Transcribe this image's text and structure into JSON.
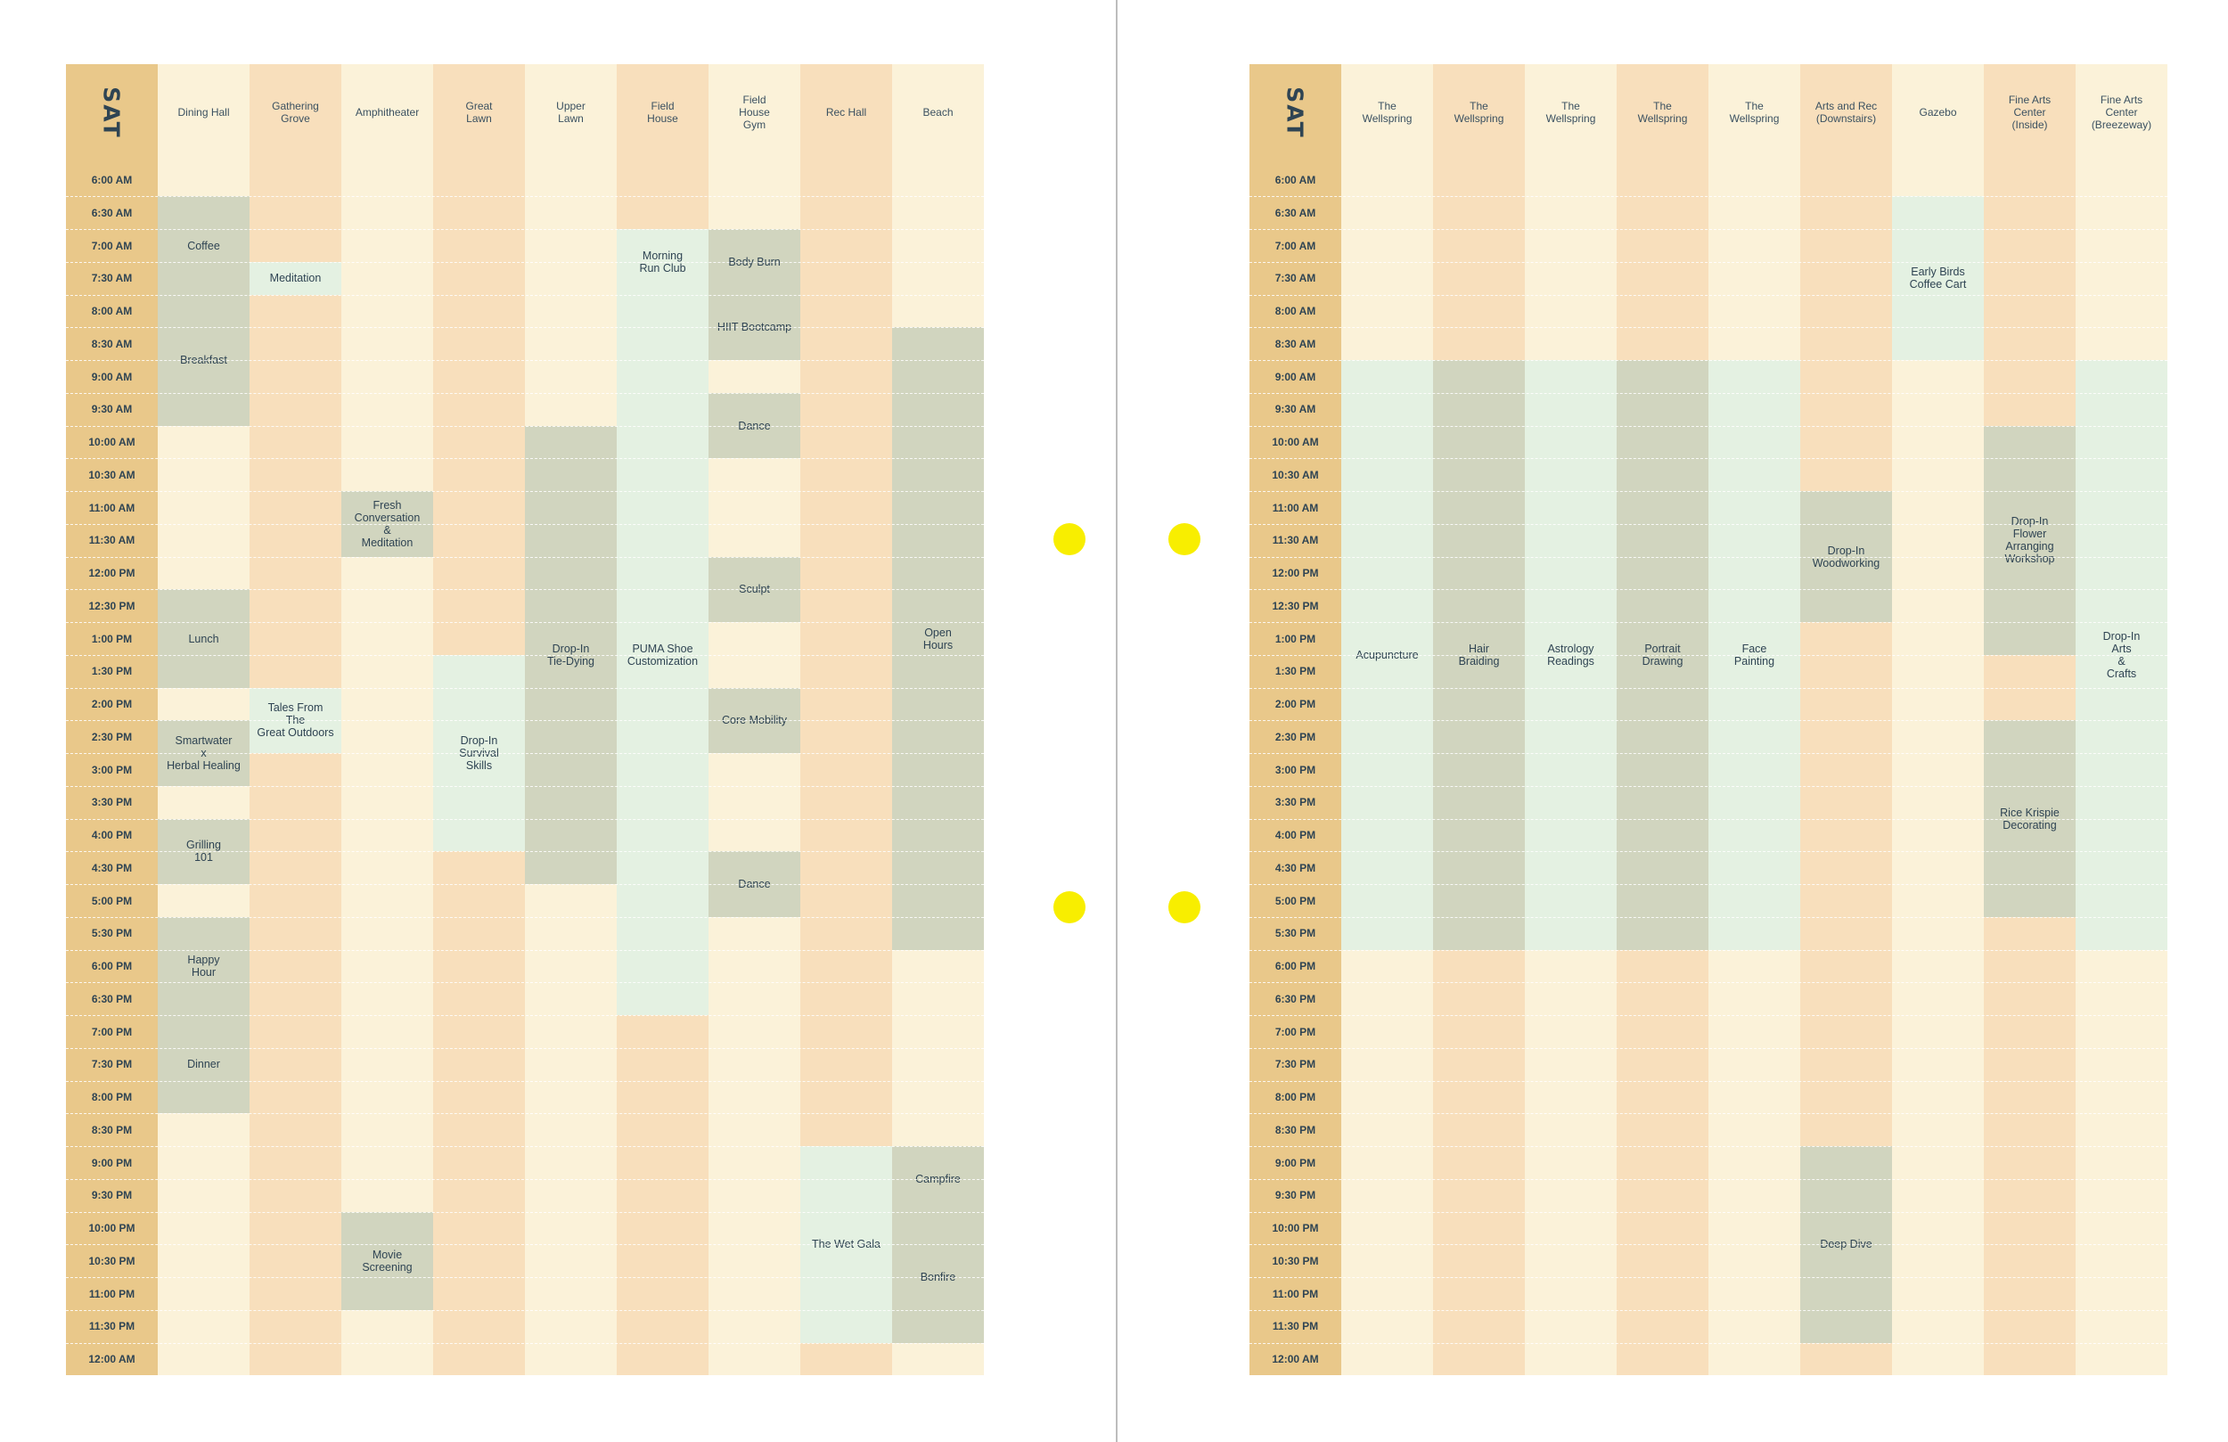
{
  "colors": {
    "time_column": "#e9c88a",
    "column_light": "#fbf2d9",
    "column_dark": "#f8dfbc",
    "event_sage": "#d1d5bf",
    "event_mint": "#e4f1e2",
    "text": "#2f4453",
    "dot": "#f8ee00"
  },
  "times": [
    "6:00 AM",
    "6:30 AM",
    "7:00 AM",
    "7:30 AM",
    "8:00 AM",
    "8:30 AM",
    "9:00 AM",
    "9:30 AM",
    "10:00 AM",
    "10:30 AM",
    "11:00 AM",
    "11:30 AM",
    "12:00 PM",
    "12:30 PM",
    "1:00 PM",
    "1:30 PM",
    "2:00 PM",
    "2:30 PM",
    "3:00 PM",
    "3:30 PM",
    "4:00 PM",
    "4:30 PM",
    "5:00 PM",
    "5:30 PM",
    "6:00 PM",
    "6:30 PM",
    "7:00 PM",
    "7:30 PM",
    "8:00 PM",
    "8:30 PM",
    "9:00 PM",
    "9:30 PM",
    "10:00 PM",
    "10:30 PM",
    "11:00 PM",
    "11:30 PM",
    "12:00 AM"
  ],
  "pages": [
    {
      "day": "SAT",
      "venues": [
        {
          "name": "Dining Hall",
          "shade": "light",
          "end": 37,
          "events": [
            {
              "label": "Coffee",
              "start": 1,
              "end": 4,
              "color": "sage"
            },
            {
              "label": "Breakfast",
              "start": 4,
              "end": 8,
              "color": "sage"
            },
            {
              "label": "Lunch",
              "start": 13,
              "end": 16,
              "color": "sage"
            },
            {
              "label": "Smartwater\nx\nHerbal Healing",
              "start": 17,
              "end": 19,
              "color": "sage"
            },
            {
              "label": "Grilling\n101",
              "start": 20,
              "end": 22,
              "color": "sage"
            },
            {
              "label": "Happy\nHour",
              "start": 23,
              "end": 26,
              "color": "sage"
            },
            {
              "label": "Dinner",
              "start": 26,
              "end": 29,
              "color": "sage"
            }
          ]
        },
        {
          "name": "Gathering\nGrove",
          "shade": "dark",
          "end": 37,
          "events": [
            {
              "label": "Meditation",
              "start": 3,
              "end": 4,
              "color": "mint"
            },
            {
              "label": "Tales From\nThe\nGreat Outdoors",
              "start": 16,
              "end": 18,
              "color": "mint"
            }
          ]
        },
        {
          "name": "Amphitheater",
          "shade": "light",
          "end": 37,
          "events": [
            {
              "label": "Fresh\nConversation\n&\nMeditation",
              "start": 10,
              "end": 12,
              "color": "sage"
            },
            {
              "label": "Movie\nScreening",
              "start": 32,
              "end": 35,
              "color": "sage"
            }
          ]
        },
        {
          "name": "Great\nLawn",
          "shade": "dark",
          "end": 37,
          "events": [
            {
              "label": "Drop-In\nSurvival\nSkills",
              "start": 15,
              "end": 21,
              "color": "mint"
            }
          ]
        },
        {
          "name": "Upper\nLawn",
          "shade": "light",
          "end": 37,
          "events": [
            {
              "label": "Drop-In\nTie-Dying",
              "start": 8,
              "end": 22,
              "color": "sage"
            }
          ]
        },
        {
          "name": "Field\nHouse",
          "shade": "dark",
          "end": 37,
          "events": [
            {
              "label": "Morning\nRun Club",
              "start": 2,
              "end": 4,
              "color": "mint"
            },
            {
              "label": "PUMA Shoe\nCustomization",
              "start": 4,
              "end": 26,
              "color": "mint"
            }
          ]
        },
        {
          "name": "Field\nHouse\nGym",
          "shade": "light",
          "end": 37,
          "events": [
            {
              "label": "Body Burn",
              "start": 2,
              "end": 4,
              "color": "sage"
            },
            {
              "label": "HIIT Bootcamp",
              "start": 4,
              "end": 6,
              "color": "sage"
            },
            {
              "label": "Dance",
              "start": 7,
              "end": 9,
              "color": "sage"
            },
            {
              "label": "Sculpt",
              "start": 12,
              "end": 14,
              "color": "sage"
            },
            {
              "label": "Core Mobility",
              "start": 16,
              "end": 18,
              "color": "sage"
            },
            {
              "label": "Dance",
              "start": 21,
              "end": 23,
              "color": "sage"
            }
          ]
        },
        {
          "name": "Rec Hall",
          "shade": "dark",
          "end": 37,
          "events": [
            {
              "label": "The Wet Gala",
              "start": 30,
              "end": 36,
              "color": "mint"
            }
          ]
        },
        {
          "name": "Beach",
          "shade": "light",
          "end": 37,
          "events": [
            {
              "label": "Open\nHours",
              "start": 5,
              "end": 24,
              "color": "sage"
            },
            {
              "label": "Campfire",
              "start": 30,
              "end": 32,
              "color": "sage"
            },
            {
              "label": "Bonfire",
              "start": 32,
              "end": 36,
              "color": "sage"
            }
          ]
        }
      ]
    },
    {
      "day": "SAT",
      "venues": [
        {
          "name": "The\nWellspring",
          "shade": "light",
          "end": 37,
          "events": [
            {
              "label": "Acupuncture",
              "start": 6,
              "end": 24,
              "color": "mint"
            }
          ]
        },
        {
          "name": "The\nWellspring",
          "shade": "dark",
          "end": 37,
          "events": [
            {
              "label": "Hair\nBraiding",
              "start": 6,
              "end": 24,
              "color": "sage"
            }
          ]
        },
        {
          "name": "The\nWellspring",
          "shade": "light",
          "end": 37,
          "events": [
            {
              "label": "Astrology\nReadings",
              "start": 6,
              "end": 24,
              "color": "mint"
            }
          ]
        },
        {
          "name": "The\nWellspring",
          "shade": "dark",
          "end": 37,
          "events": [
            {
              "label": "Portrait\nDrawing",
              "start": 6,
              "end": 24,
              "color": "sage"
            }
          ]
        },
        {
          "name": "The\nWellspring",
          "shade": "light",
          "end": 37,
          "events": [
            {
              "label": "Face\nPainting",
              "start": 6,
              "end": 24,
              "color": "mint"
            }
          ]
        },
        {
          "name": "Arts and Rec\n(Downstairs)",
          "shade": "dark",
          "end": 37,
          "events": [
            {
              "label": "Drop-In\nWoodworking",
              "start": 10,
              "end": 14,
              "color": "sage"
            },
            {
              "label": "Deep Dive",
              "start": 30,
              "end": 36,
              "color": "sage"
            }
          ]
        },
        {
          "name": "Gazebo",
          "shade": "light",
          "end": 37,
          "events": [
            {
              "label": "Early Birds\nCoffee Cart",
              "start": 1,
              "end": 6,
              "color": "mint"
            }
          ]
        },
        {
          "name": "Fine Arts\nCenter\n(Inside)",
          "shade": "dark",
          "end": 37,
          "events": [
            {
              "label": "Drop-In\nFlower\nArranging\nWorkshop",
              "start": 8,
              "end": 15,
              "color": "sage"
            },
            {
              "label": "Rice Krispie\nDecorating",
              "start": 17,
              "end": 23,
              "color": "sage"
            }
          ]
        },
        {
          "name": "Fine Arts\nCenter\n(Breezeway)",
          "shade": "light",
          "end": 37,
          "events": [
            {
              "label": "Drop-In\nArts\n&\nCrafts",
              "start": 6,
              "end": 24,
              "color": "mint"
            }
          ]
        }
      ]
    }
  ]
}
